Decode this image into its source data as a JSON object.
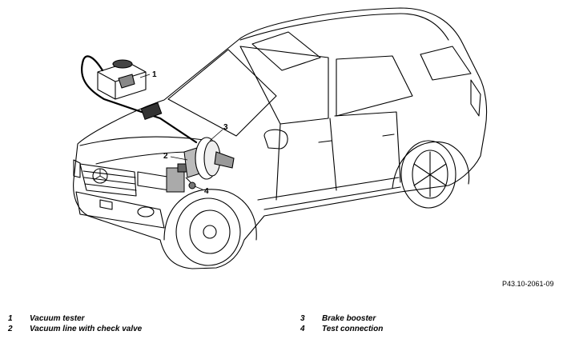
{
  "figure": {
    "callouts": [
      "1",
      "2",
      "3",
      "4"
    ],
    "reference_code": "P43.10-2061-09"
  },
  "legend": [
    {
      "number": "1",
      "label": "Vacuum tester"
    },
    {
      "number": "2",
      "label": "Vacuum line with check valve"
    },
    {
      "number": "3",
      "label": "Brake booster"
    },
    {
      "number": "4",
      "label": "Test connection"
    }
  ]
}
